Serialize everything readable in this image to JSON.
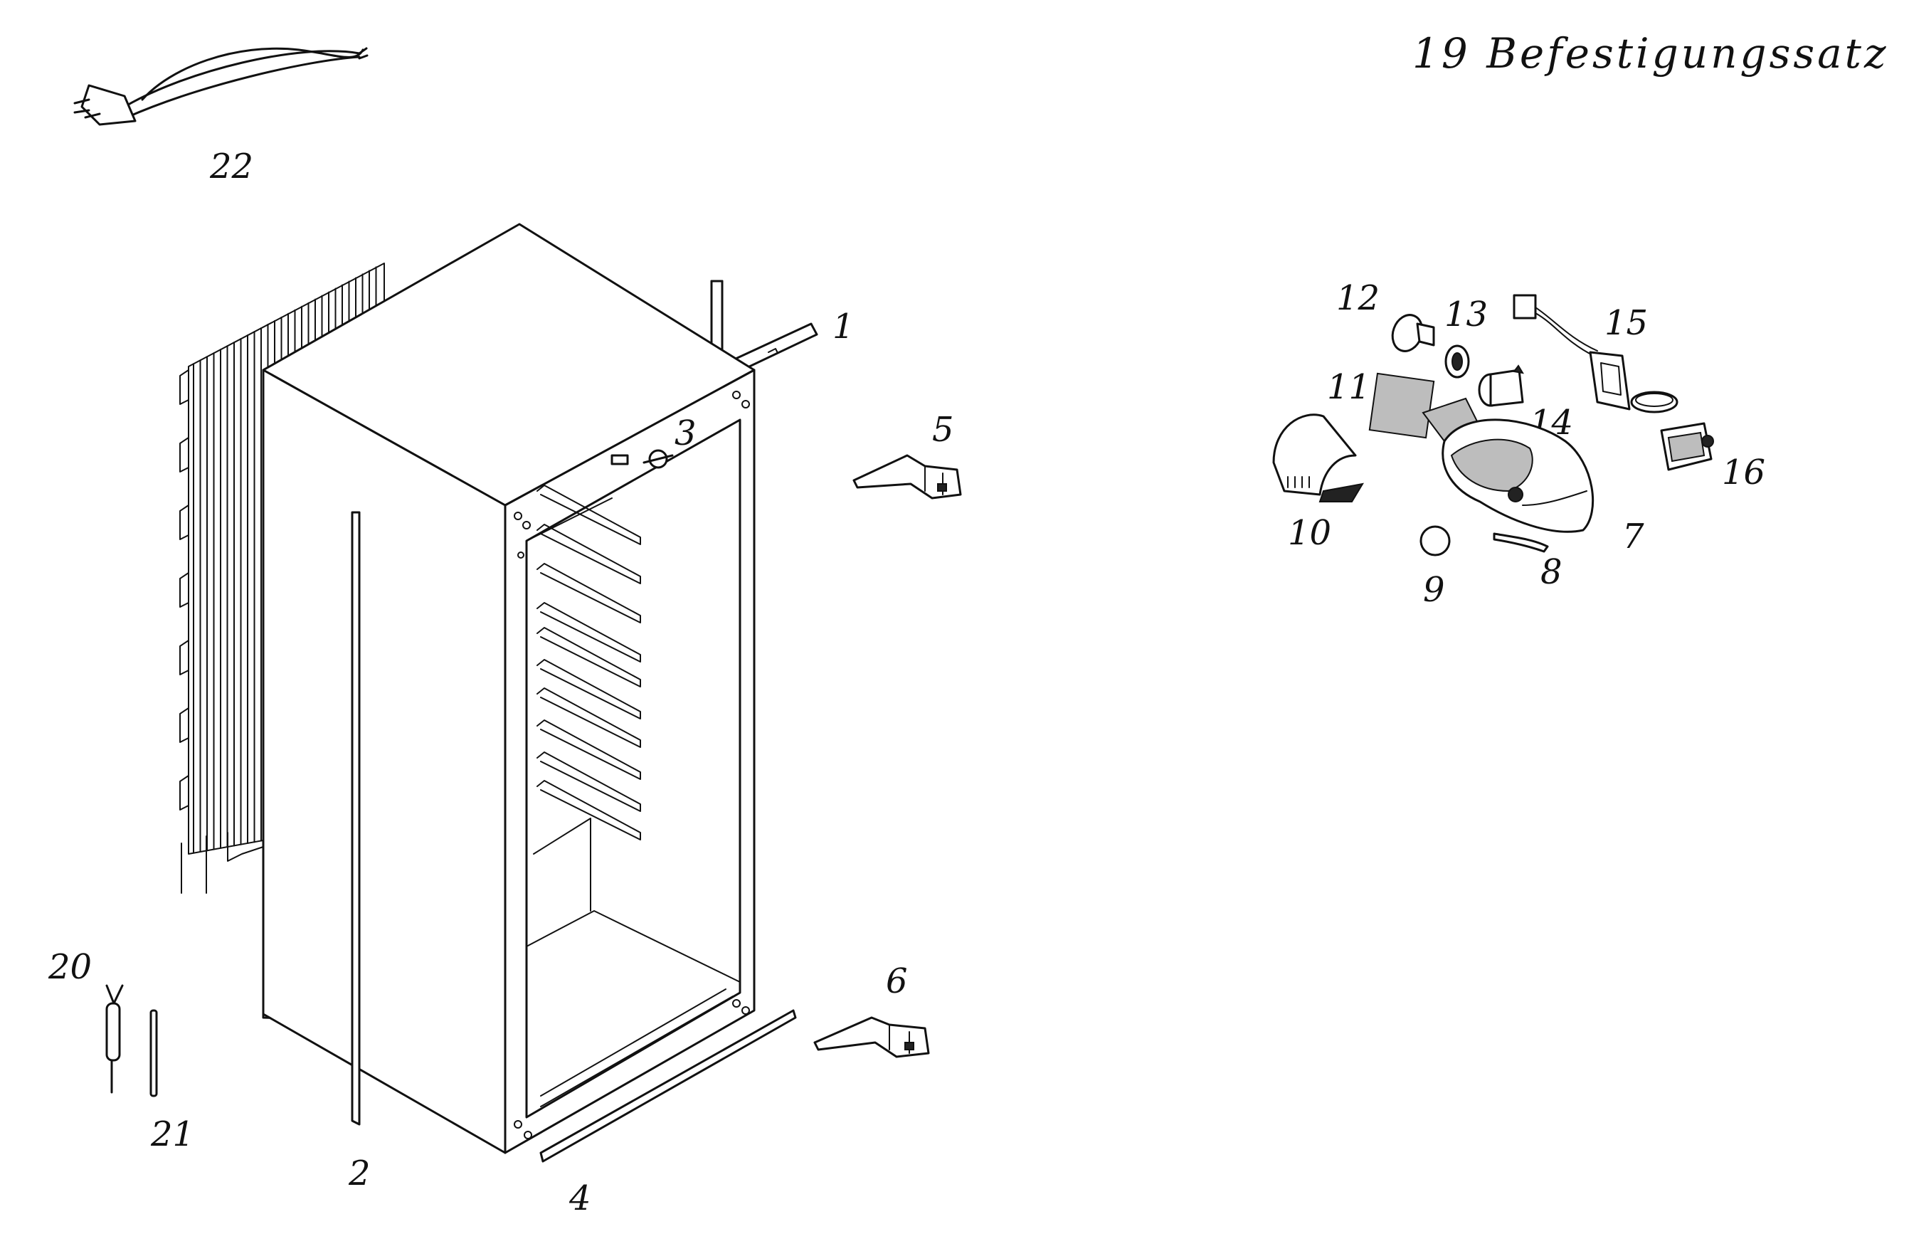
{
  "title": "19  Befestigungssatz",
  "labels": {
    "p1": "1",
    "p2": "2",
    "p3": "3",
    "p4": "4",
    "p5": "5",
    "p6": "6",
    "p7": "7",
    "p8": "8",
    "p9": "9",
    "p10": "10",
    "p11": "11",
    "p12": "12",
    "p13": "13",
    "p14": "14",
    "p15": "15",
    "p16": "16",
    "p20": "20",
    "p21": "21",
    "p22": "22"
  }
}
